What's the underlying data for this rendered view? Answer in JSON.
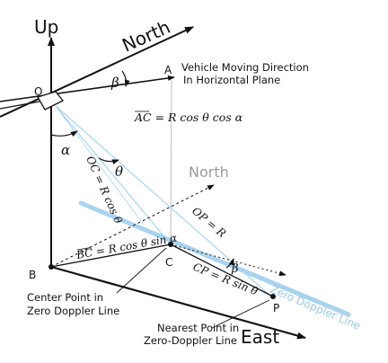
{
  "colors": {
    "ink": "#111111",
    "zero_doppler_line": "#a9d3ef",
    "projection_ray": "#a9d3ef",
    "north_projection": "#999999"
  },
  "axes": {
    "up": "Up",
    "north": "North",
    "east": "East",
    "north_projected": "North"
  },
  "points": {
    "o": "O",
    "a": "A",
    "b": "B",
    "c": "C",
    "p": "P"
  },
  "angles": {
    "beta": "β",
    "beta_lower": "β",
    "alpha": "α",
    "theta": "θ"
  },
  "annotations": {
    "vehicle_line1": "Vehicle Moving Direction",
    "vehicle_line2": "In Horizontal Plane",
    "center_line1": "Center Point in",
    "center_line2": "Zero Doppler Line",
    "nearest_line1": "Nearest Point in",
    "nearest_line2": "Zero-Doppler Line",
    "zero_doppler": "Zero Doppler Line"
  },
  "equations": {
    "ac": "AC = R cos θ cos α",
    "oc": "OC = R cos θ",
    "op": "OP = R",
    "bc": "BC = R cos θ sin α",
    "cp": "CP = R sin θ"
  }
}
